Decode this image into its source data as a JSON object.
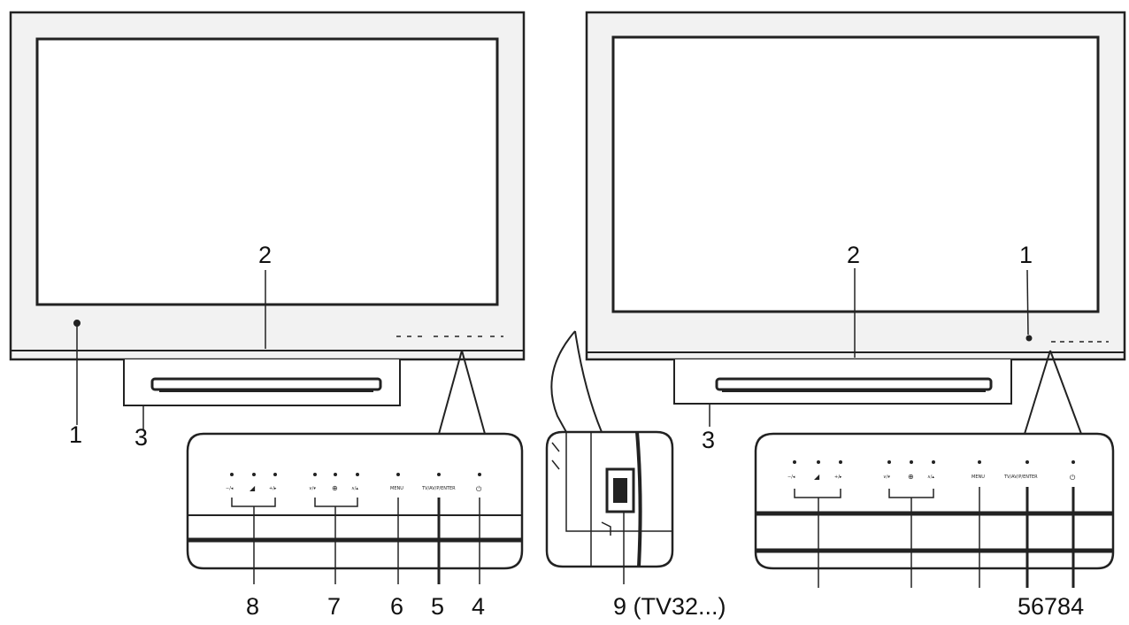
{
  "colors": {
    "line": "#222222",
    "frame": "#f2f2f2",
    "panel": "#ffffff",
    "screen": "#ffffff"
  },
  "left_tv": {
    "callouts": {
      "c1": "1",
      "c2": "2",
      "c3": "3",
      "c4": "4",
      "c5": "5",
      "c6": "6",
      "c7": "7",
      "c8": "8"
    },
    "buttons": {
      "vol_minus": "−/◂",
      "vol_icon": "◢",
      "vol_plus": "+/▸",
      "prog_down": "∨/▾",
      "input": "⊕",
      "prog_up": "∧/▴",
      "menu": "MENU",
      "tv_enter": "TV/AV/P/ENTER",
      "power": "⏻"
    }
  },
  "side_inset": {
    "callout": "9 (TV32...)"
  },
  "right_tv": {
    "callouts": {
      "c1": "1",
      "c2": "2",
      "c3": "3",
      "bottom": "56784"
    },
    "buttons": {
      "vol_minus": "−/◂",
      "vol_icon": "◢",
      "vol_plus": "+/▸",
      "prog_down": "∨/▾",
      "input": "⊕",
      "prog_up": "∧/▴",
      "menu": "MENU",
      "tv_enter": "TV/AV/P/ENTER",
      "power": "⏻"
    }
  }
}
